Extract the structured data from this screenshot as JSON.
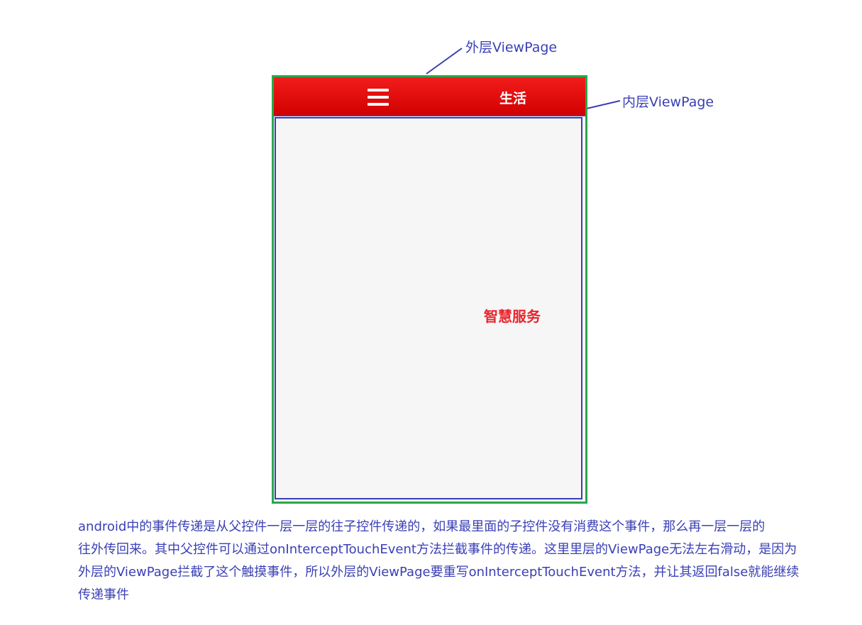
{
  "callouts": {
    "outer": "外层ViewPage",
    "inner": "内层ViewPage"
  },
  "phone": {
    "title": "生活",
    "menu_icon": "hamburger-menu-icon",
    "content_text": "智慧服务"
  },
  "explanation": {
    "line1": "android中的事件传递是从父控件一层一层的往子控件传递的，如果最里面的子控件没有消费这个事件，那么再一层一层的",
    "line2": "往外传回来。其中父控件可以通过onInterceptTouchEvent方法拦截事件的传递。这里里层的ViewPage无法左右滑动，是因为",
    "line3": "外层的ViewPage拦截了这个触摸事件，所以外层的ViewPage要重写onInterceptTouchEvent方法，并让其返回false就能继续",
    "line4": "传递事件"
  },
  "colors": {
    "outer_outline": "#2aa84a",
    "inner_outline": "#3a3fb5",
    "titlebar": "#e00000",
    "annotation_text": "#3a3fb5",
    "content_text": "#e8242a"
  }
}
